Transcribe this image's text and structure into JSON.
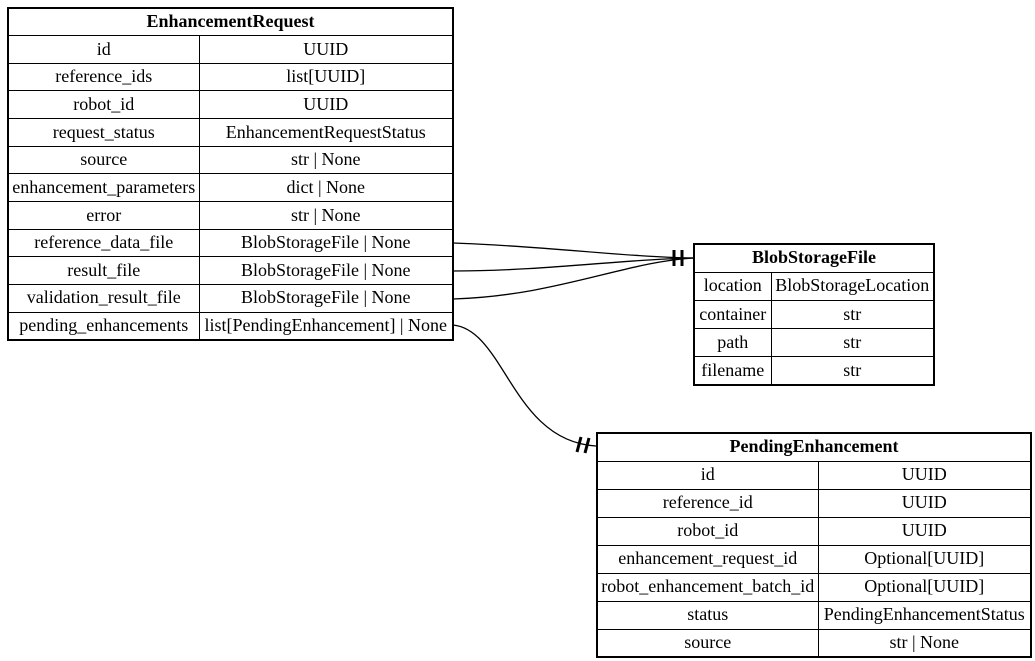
{
  "diagram": {
    "background_color": "#ffffff",
    "line_color": "#000000",
    "text_color": "#000000",
    "entities": [
      {
        "name": "EnhancementRequest",
        "fields": [
          {
            "name": "id",
            "type": "UUID"
          },
          {
            "name": "reference_ids",
            "type": "list[UUID]"
          },
          {
            "name": "robot_id",
            "type": "UUID"
          },
          {
            "name": "request_status",
            "type": "EnhancementRequestStatus"
          },
          {
            "name": "source",
            "type": "str | None"
          },
          {
            "name": "enhancement_parameters",
            "type": "dict | None"
          },
          {
            "name": "error",
            "type": "str | None"
          },
          {
            "name": "reference_data_file",
            "type": "BlobStorageFile | None"
          },
          {
            "name": "result_file",
            "type": "BlobStorageFile | None"
          },
          {
            "name": "validation_result_file",
            "type": "BlobStorageFile | None"
          },
          {
            "name": "pending_enhancements",
            "type": "list[PendingEnhancement] | None"
          }
        ]
      },
      {
        "name": "BlobStorageFile",
        "fields": [
          {
            "name": "location",
            "type": "BlobStorageLocation"
          },
          {
            "name": "container",
            "type": "str"
          },
          {
            "name": "path",
            "type": "str"
          },
          {
            "name": "filename",
            "type": "str"
          }
        ]
      },
      {
        "name": "PendingEnhancement",
        "fields": [
          {
            "name": "id",
            "type": "UUID"
          },
          {
            "name": "reference_id",
            "type": "UUID"
          },
          {
            "name": "robot_id",
            "type": "UUID"
          },
          {
            "name": "enhancement_request_id",
            "type": "Optional[UUID]"
          },
          {
            "name": "robot_enhancement_batch_id",
            "type": "Optional[UUID]"
          },
          {
            "name": "status",
            "type": "PendingEnhancementStatus"
          },
          {
            "name": "source",
            "type": "str | None"
          }
        ]
      }
    ],
    "relationships": [
      {
        "from_entity": "EnhancementRequest",
        "from_field": "reference_data_file",
        "to_entity": "BlobStorageFile",
        "cardinality": "exactly-one"
      },
      {
        "from_entity": "EnhancementRequest",
        "from_field": "result_file",
        "to_entity": "BlobStorageFile",
        "cardinality": "exactly-one"
      },
      {
        "from_entity": "EnhancementRequest",
        "from_field": "validation_result_file",
        "to_entity": "BlobStorageFile",
        "cardinality": "exactly-one"
      },
      {
        "from_entity": "EnhancementRequest",
        "from_field": "pending_enhancements",
        "to_entity": "PendingEnhancement",
        "cardinality": "exactly-one"
      }
    ]
  }
}
